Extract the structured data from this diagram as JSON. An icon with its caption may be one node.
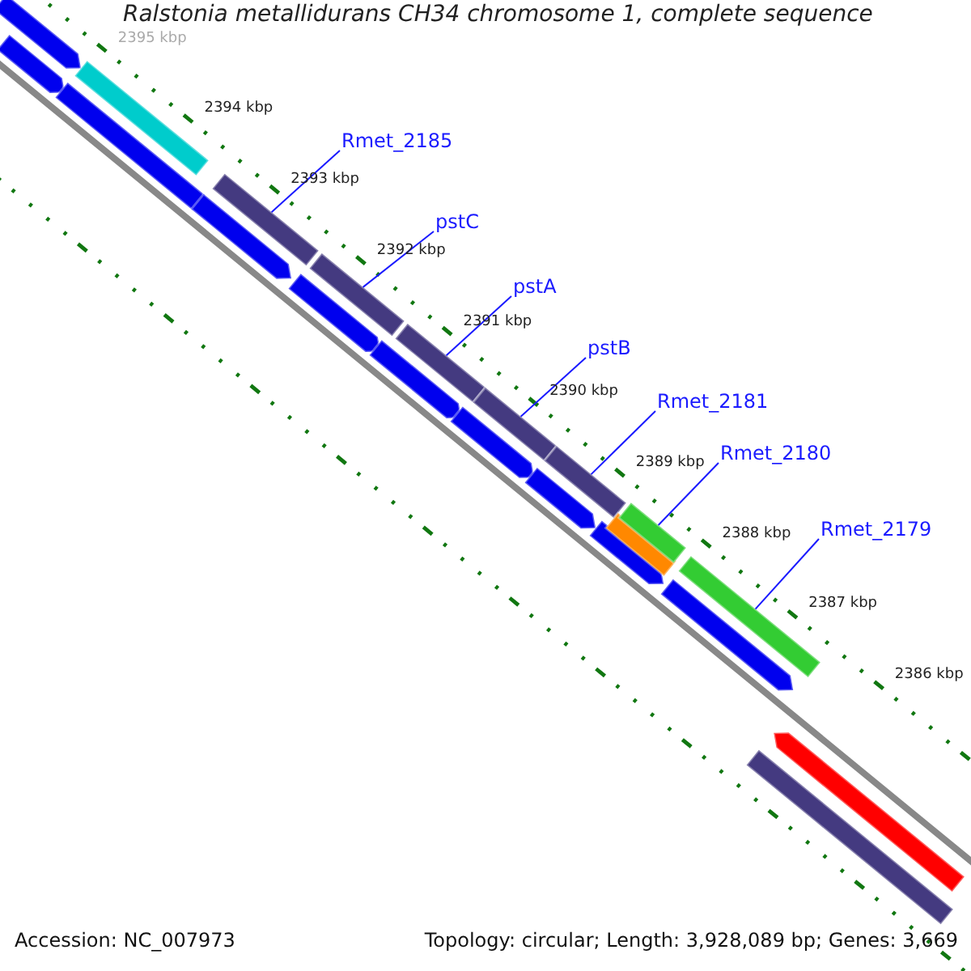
{
  "diagram": {
    "title": "Ralstonia metallidurans CH34 chromosome 1, complete sequence",
    "nodes": [
      {
        "text": [
          "Rmet_2185"
        ]
      },
      {
        "text": [
          "pstC"
        ]
      },
      {
        "text": [
          "pstA"
        ]
      },
      {
        "text": [
          "pstB"
        ]
      },
      {
        "text": [
          "Rmet_2181"
        ]
      },
      {
        "text": [
          "Rmet_2180"
        ]
      },
      {
        "text": [
          "Rmet_2179"
        ]
      },
      {
        "text": [],
        "shape": "bar"
      },
      {
        "text": [],
        "shape": "bar"
      },
      {
        "text": [],
        "shape": "bar"
      },
      {
        "text": [],
        "shape": "bar"
      },
      {
        "text": [],
        "shape": "bar"
      },
      {
        "text": [],
        "shape": "bar"
      },
      {
        "text": [],
        "shape": "bar"
      },
      {
        "text": [],
        "shape": "bar"
      },
      {
        "text": [],
        "shape": "bar"
      },
      {
        "text": [],
        "shape": "bar"
      },
      {
        "text": [],
        "shape": "bar"
      },
      {
        "text": [],
        "shape": "bar"
      },
      {
        "text": [],
        "shape": "bar"
      },
      {
        "text": [],
        "shape": "bar"
      },
      {
        "text": [],
        "shape": "bar"
      },
      {
        "text": [],
        "shape": "bar"
      },
      {
        "text": [],
        "shape": "bar"
      },
      {
        "text": [],
        "shape": "bar"
      },
      {
        "text": [],
        "shape": "bar"
      },
      {
        "text": [],
        "shape": "bar"
      },
      {
        "text": [],
        "shape": "bar"
      }
    ],
    "edges": [
      {
        "from": 0,
        "to": 12,
        "arrow": "none"
      },
      {
        "from": 1,
        "to": 14,
        "arrow": "none"
      },
      {
        "from": 2,
        "to": 16,
        "arrow": "none"
      },
      {
        "from": 3,
        "to": 18,
        "arrow": "none"
      },
      {
        "from": 4,
        "to": 20,
        "arrow": "none"
      },
      {
        "from": 5,
        "to": 23,
        "arrow": "none"
      },
      {
        "from": 6,
        "to": 25,
        "arrow": "none"
      }
    ],
    "labels": [
      "2395 kbp",
      "2394 kbp",
      "2393 kbp",
      "2392 kbp",
      "2391 kbp",
      "2390 kbp",
      "2389 kbp",
      "2388 kbp",
      "2387 kbp",
      "2386 kbp",
      "Accession: NC_007973",
      "Topology: circular; Length: 3,928,089 bp; Genes: 3,669"
    ]
  }
}
